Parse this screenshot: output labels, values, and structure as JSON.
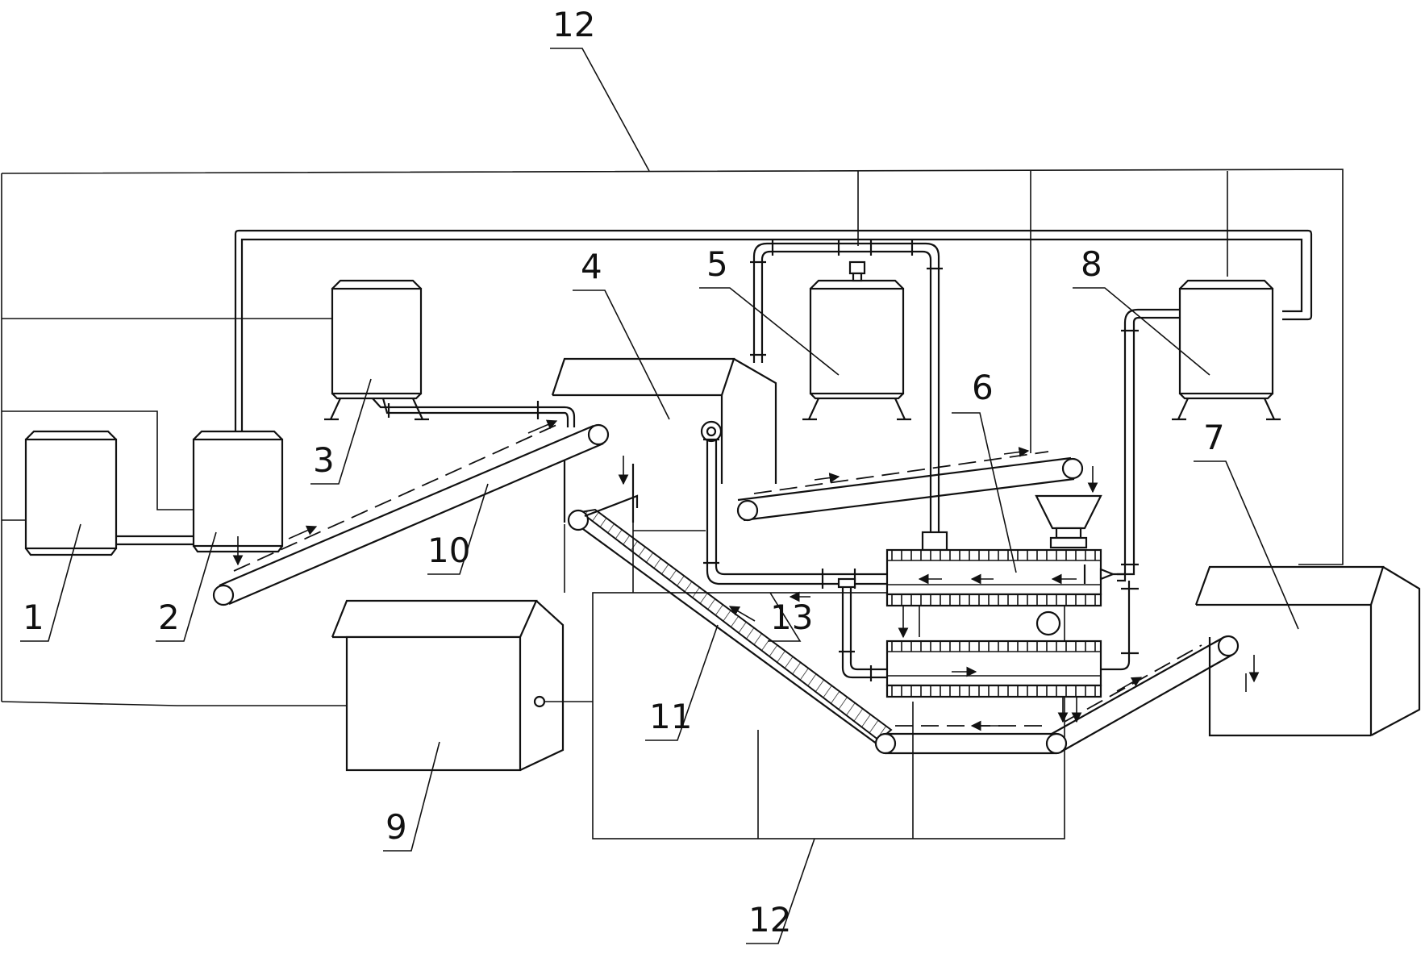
{
  "labels": {
    "l1": "1",
    "l2": "2",
    "l3": "3",
    "l4": "4",
    "l5": "5",
    "l6": "6",
    "l7": "7",
    "l8": "8",
    "l9": "9",
    "l10": "10",
    "l11": "11",
    "l12_top": "12",
    "l12_bottom": "12",
    "l13": "13"
  }
}
